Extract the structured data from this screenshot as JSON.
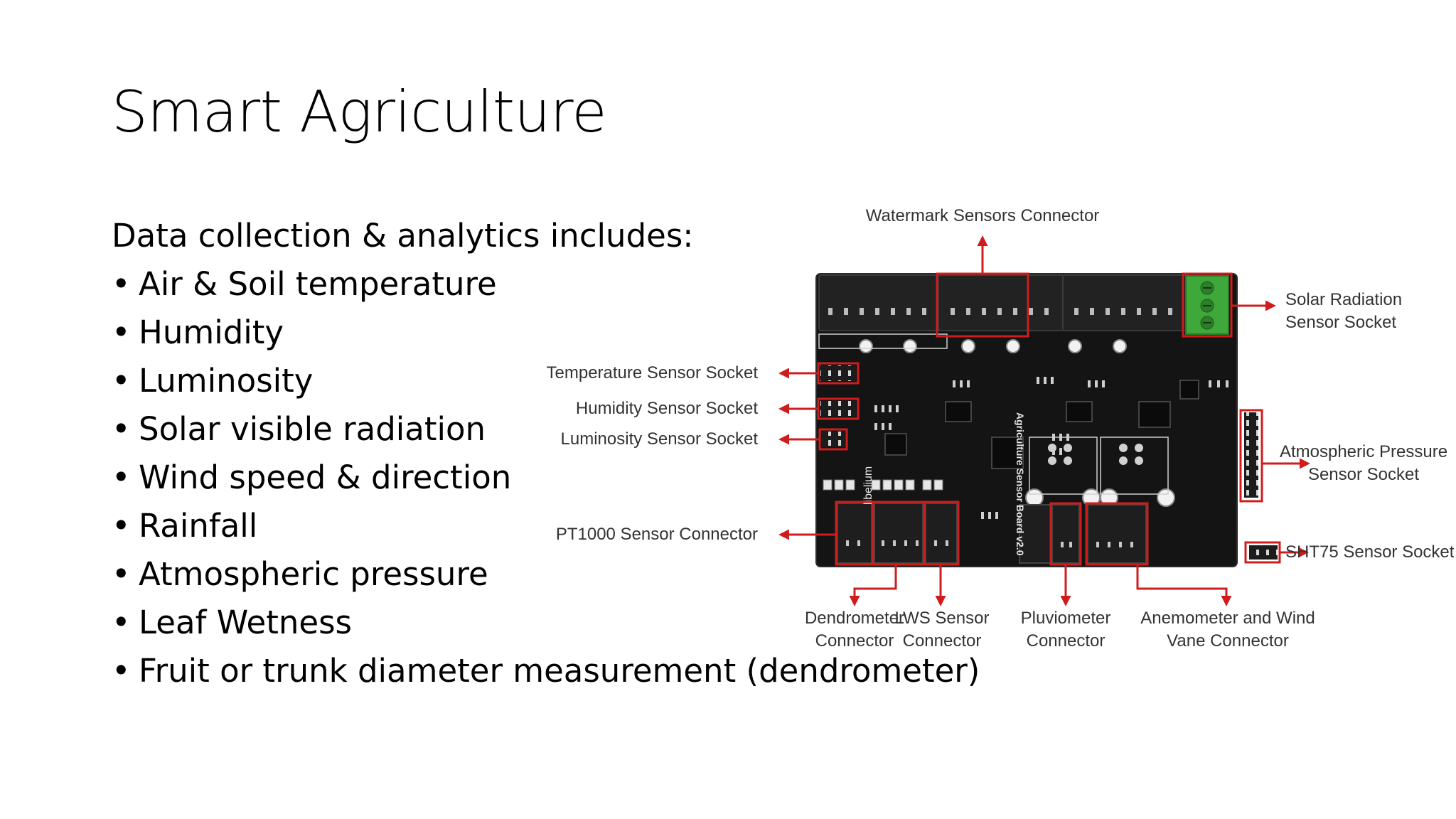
{
  "slide": {
    "title": "Smart Agriculture",
    "intro": "Data collection & analytics includes:",
    "bullet_char": "•",
    "bullets": [
      "Air & Soil temperature",
      "Humidity",
      "Luminosity",
      "Solar visible radiation",
      "Wind speed & direction",
      "Rainfall",
      "Atmospheric pressure",
      "Leaf Wetness",
      "Fruit or trunk diameter measurement (dendrometer)"
    ]
  },
  "diagram": {
    "board_text": "Agriculture Sensor Board v2.0",
    "brand_text": "libelium",
    "labels": {
      "watermark": "Watermark Sensors Connector",
      "solar": [
        "Solar Radiation",
        "Sensor Socket"
      ],
      "temperature": "Temperature Sensor Socket",
      "humidity": "Humidity Sensor Socket",
      "luminosity": "Luminosity Sensor Socket",
      "pt1000": "PT1000 Sensor Connector",
      "atmospheric": [
        "Atmospheric Pressure",
        "Sensor Socket"
      ],
      "sht75": "SHT75 Sensor Socket",
      "dendrometer": [
        "Dendrometer",
        "Connector"
      ],
      "lws": [
        "LWS Sensor",
        "Connector"
      ],
      "pluviometer": [
        "Pluviometer",
        "Connector"
      ],
      "anemometer": [
        "Anemometer and Wind",
        "Vane Connector"
      ]
    },
    "colors": {
      "highlight": "#d01c1c",
      "board": "#141414",
      "terminal_green": "#3fa83a",
      "label_text": "#333333"
    }
  }
}
